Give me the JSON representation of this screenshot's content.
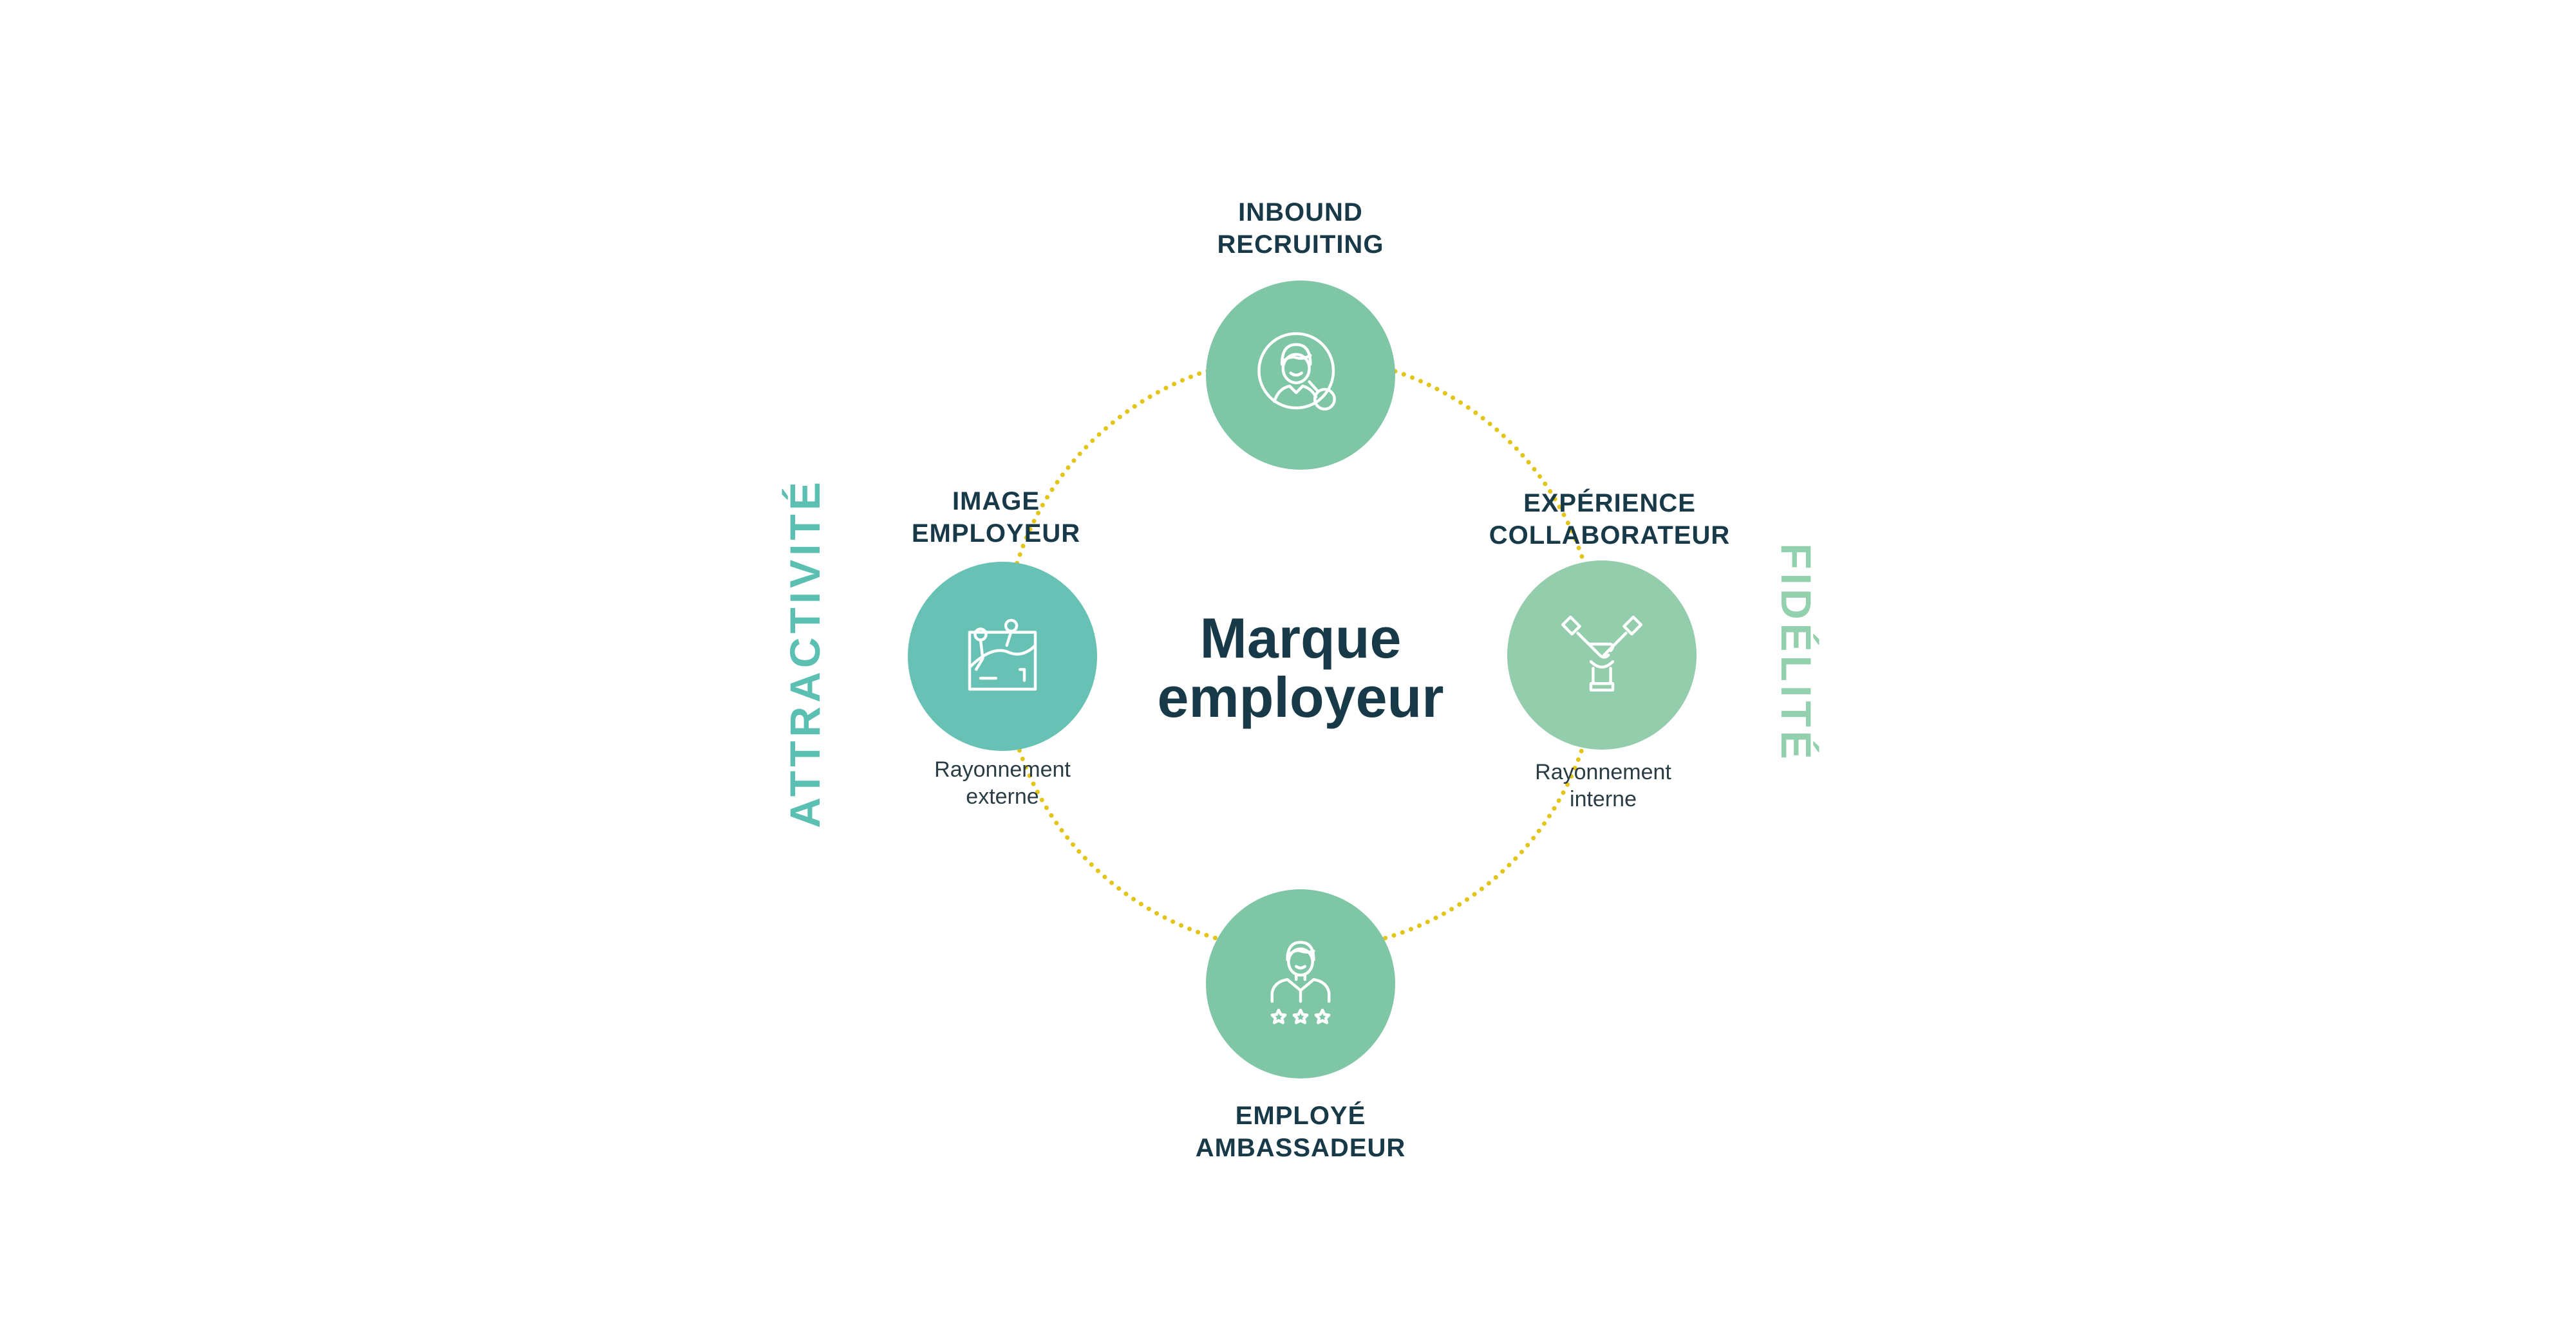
{
  "diagram": {
    "center_title": [
      "Marque",
      "employeur"
    ],
    "side_left": "ATTRACTIVITÉ",
    "side_right": "FIDÉLITÉ",
    "nodes": {
      "top": {
        "label": [
          "INBOUND",
          "RECRUITING"
        ],
        "icon": "recruiter-search-icon",
        "color": "#7fc6a6"
      },
      "left": {
        "label": [
          "IMAGE",
          "EMPLOYEUR"
        ],
        "sublabel": [
          "Rayonnement",
          "externe"
        ],
        "icon": "climbing-wall-icon",
        "color": "#67c1b4"
      },
      "right": {
        "label": [
          "EXPÉRIENCE",
          "COLLABORATEUR"
        ],
        "sublabel": [
          "Rayonnement",
          "interne"
        ],
        "icon": "team-hands-icon",
        "color": "#93cdab"
      },
      "bottom": {
        "label": [
          "EMPLOYÉ",
          "AMBASSADEUR"
        ],
        "icon": "rated-employee-icon",
        "color": "#7fc6a6"
      }
    },
    "ring_color": "#e3c51a"
  }
}
